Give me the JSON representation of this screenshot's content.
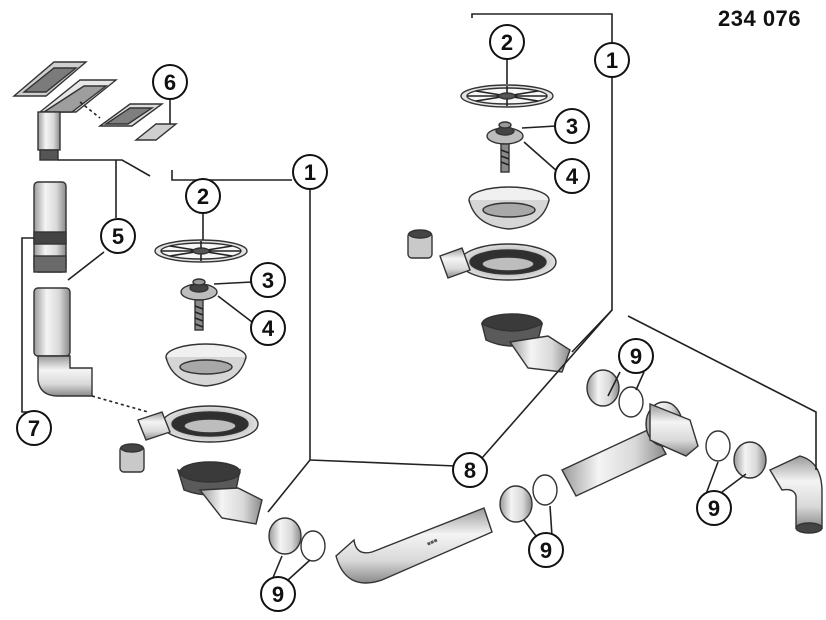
{
  "header": {
    "part_number": "234 076"
  },
  "callouts": {
    "c1a": "1",
    "c1b": "1",
    "c2a": "2",
    "c2b": "2",
    "c3a": "3",
    "c3b": "3",
    "c4a": "4",
    "c4b": "4",
    "c5": "5",
    "c6": "6",
    "c7": "7",
    "c8": "8",
    "c9a": "9",
    "c9b": "9",
    "c9c": "9",
    "c9d": "9"
  }
}
